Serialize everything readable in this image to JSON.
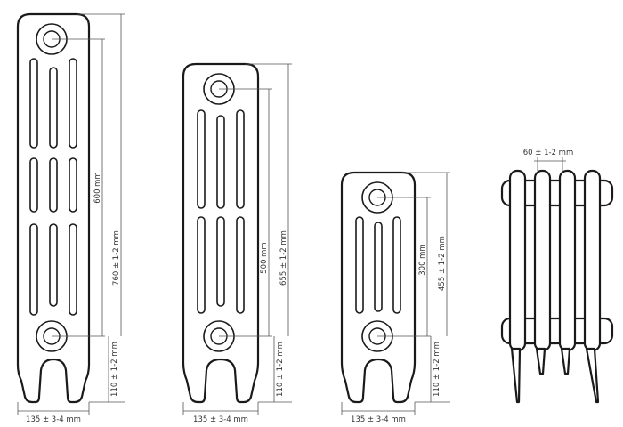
{
  "radiators": [
    {
      "id": "tall",
      "height_label": "760 ± 1-2 mm",
      "axis_label": "600 mm",
      "base_label": "110 ± 1-2 mm",
      "width_label": "135 ± 3-4 mm"
    },
    {
      "id": "medium",
      "height_label": "655 ± 1-2 mm",
      "axis_label": "500 mm",
      "base_label": "110 ± 1-2 mm",
      "width_label": "135 ± 3-4 mm"
    },
    {
      "id": "short",
      "height_label": "455 ± 1-2 mm",
      "axis_label": "300 mm",
      "base_label": "110 ± 1-2 mm",
      "width_label": "135 ± 3-4 mm"
    }
  ],
  "side_view": {
    "spacing_label": "60 ± 1-2 mm"
  }
}
